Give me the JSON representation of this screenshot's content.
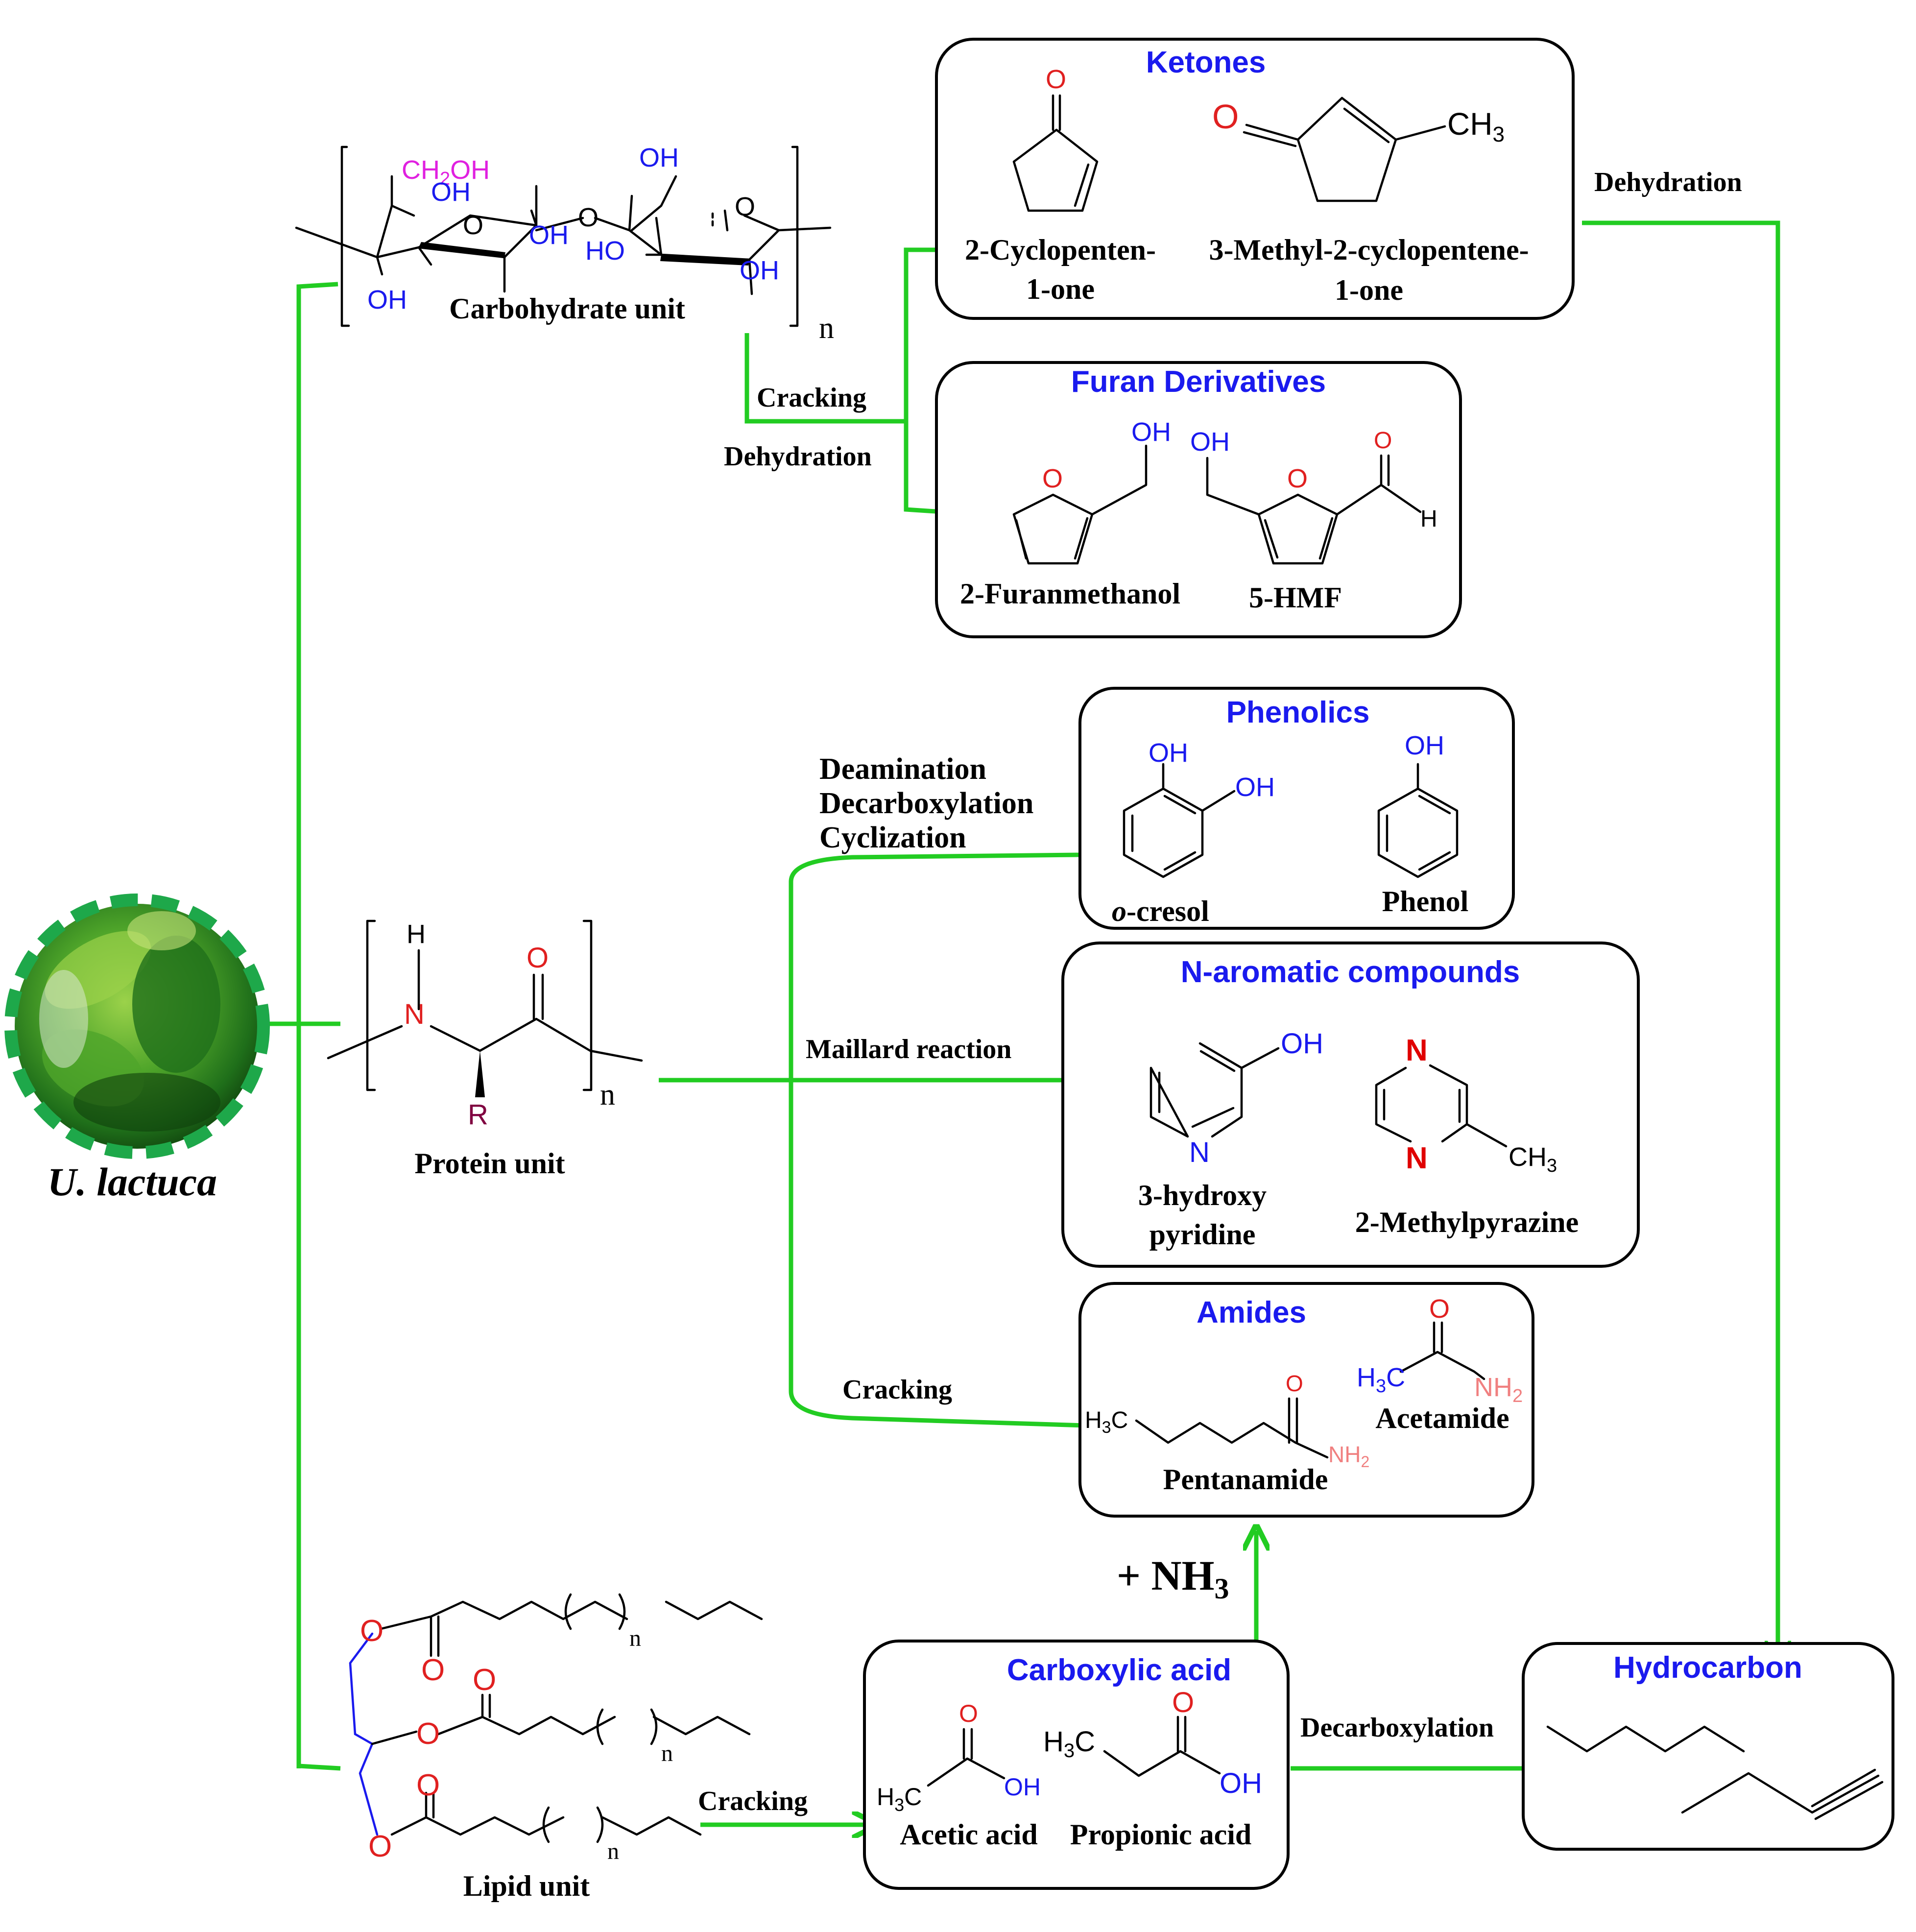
{
  "source": {
    "name": "U. lactuca",
    "image_colors": [
      "#1f6f1a",
      "#4fa52a",
      "#9bd24a",
      "#0f3f0c"
    ],
    "ring_color": "#1ea84a"
  },
  "units": {
    "carbohydrate": "Carbohydrate unit",
    "protein": "Protein unit",
    "lipid": "Lipid unit",
    "repeat": "n"
  },
  "steps": {
    "carb_to_products_1": "Cracking",
    "carb_to_products_2": "Dehydration",
    "ketone_to_hydrocarbon": "Dehydration",
    "protein_to_phenolics_1": "Deamination",
    "protein_to_phenolics_2": "Decarboxylation",
    "protein_to_phenolics_3": "Cyclization",
    "protein_to_naromatic": "Maillard reaction",
    "protein_to_amides": "Cracking",
    "lipid_to_acid": "Cracking",
    "acid_to_hydrocarbon": "Decarboxylation",
    "acid_to_amides_reagent": "+ NH",
    "acid_to_amides_subscript": "3"
  },
  "boxes": {
    "ketones": {
      "title": "Ketones",
      "c1_l1": "2-Cyclopenten-",
      "c1_l2": "1-one",
      "c2_l1": "3-Methyl-2-cyclopentene-",
      "c2_l2": "1-one"
    },
    "furans": {
      "title": "Furan Derivatives",
      "c1": "2-Furanmethanol",
      "c2": "5-HMF"
    },
    "phenolics": {
      "title": "Phenolics",
      "c1_prefix": "o",
      "c1_rest": "-cresol",
      "c2": "Phenol"
    },
    "naromatic": {
      "title": "N-aromatic compounds",
      "c1_l1": "3-hydroxy",
      "c1_l2": "pyridine",
      "c2": "2-Methylpyrazine"
    },
    "amides": {
      "title": "Amides",
      "c1": "Pentanamide",
      "c2": "Acetamide"
    },
    "acid": {
      "title": "Carboxylic acid",
      "c1": "Acetic acid",
      "c2": "Propionic acid"
    },
    "hydrocarbon": {
      "title": "Hydrocarbon"
    }
  },
  "atoms": {
    "O": "O",
    "OH": "OH",
    "HO": "HO",
    "H": "H",
    "N": "N",
    "R": "R",
    "CH2OH": "CH",
    "CH2OH_sub": "2",
    "CH2OH_tail": "OH",
    "CH3": "CH",
    "sub3": "3",
    "sub2": "2",
    "H3C_H": "H",
    "H3C_C": "C",
    "NH2": "NH"
  },
  "colors": {
    "arrow": "#22cc22",
    "heading": "#1a1aee",
    "oxygen": "#e02020",
    "hydroxyl": "#1a1aee",
    "ch2oh": "#e020e0",
    "nitrogen_dark": "#e00000",
    "nh2": "#f08080",
    "r_group": "#800040",
    "glycerol": "#1a1aee"
  }
}
